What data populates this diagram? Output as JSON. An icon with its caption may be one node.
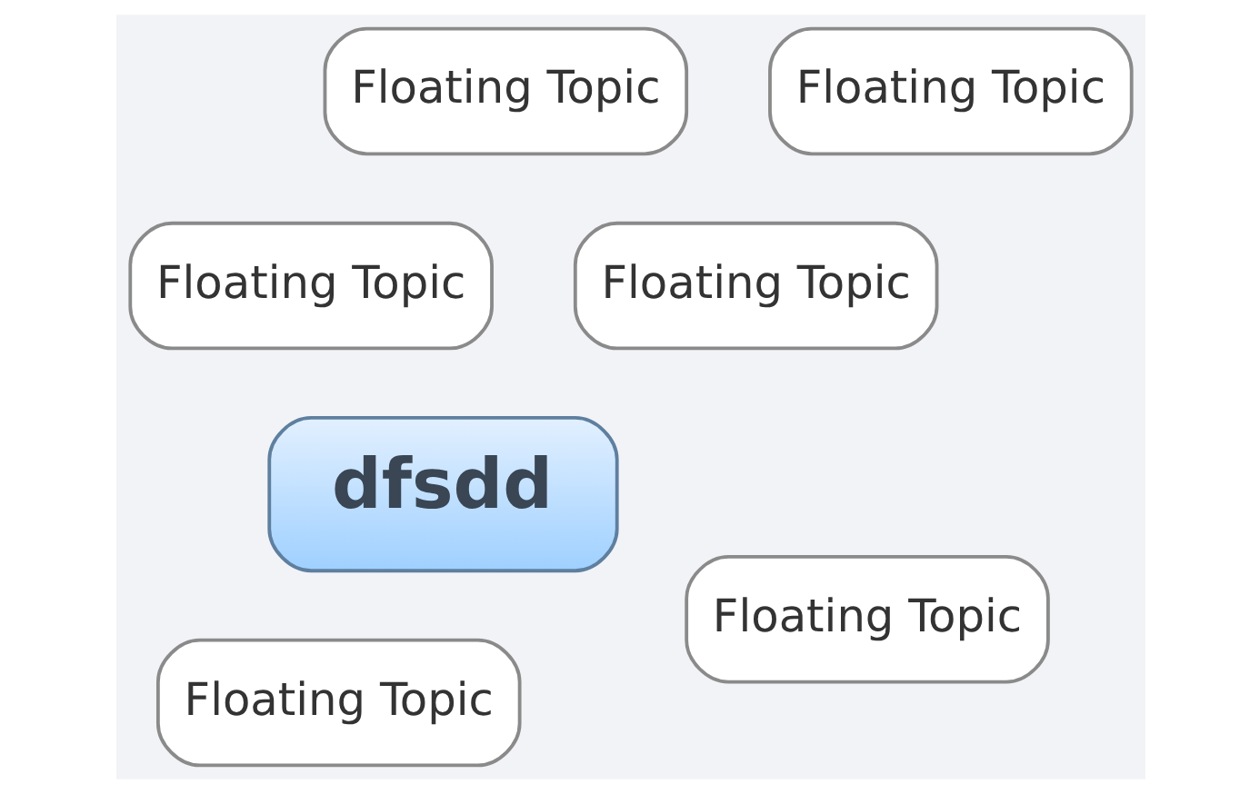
{
  "diagram": {
    "nodes": [
      {
        "text": [
          "Floating Topic"
        ]
      },
      {
        "text": [
          "Floating Topic"
        ]
      },
      {
        "text": [
          "Floating Topic"
        ]
      },
      {
        "text": [
          "dfsdd"
        ]
      },
      {
        "text": [
          "Floating Topic"
        ]
      },
      {
        "text": [
          "Floating Topic"
        ]
      },
      {
        "text": [
          "Floating Topic"
        ]
      }
    ],
    "edges": []
  }
}
